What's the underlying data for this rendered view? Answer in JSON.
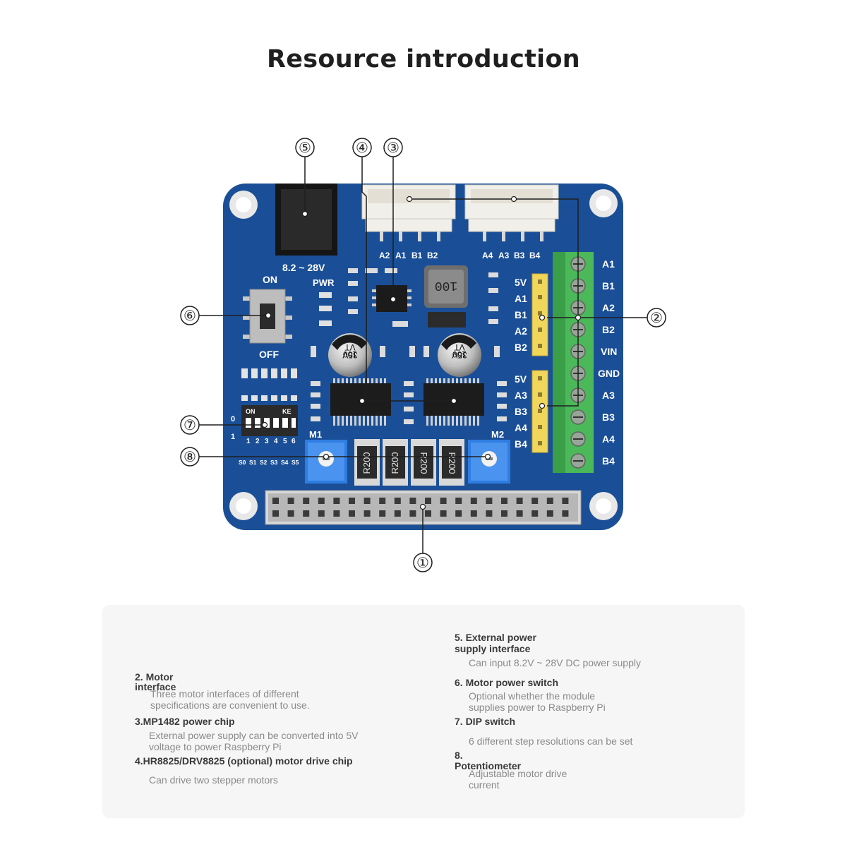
{
  "page": {
    "title": "Resource introduction"
  },
  "board": {
    "power_label": "8.2 ~ 28V",
    "pwr_label": "PWR",
    "switch_on": "ON",
    "switch_off": "OFF",
    "motor_label_1": "M1",
    "motor_label_2": "M2",
    "left_connector_pins": [
      "A2",
      "A1",
      "B1",
      "B2"
    ],
    "right_connector_pins": [
      "A4",
      "A3",
      "B3",
      "B4"
    ],
    "header1_pins": [
      "5V",
      "A1",
      "B1",
      "A2",
      "B2"
    ],
    "header2_pins": [
      "5V",
      "A3",
      "B3",
      "A4",
      "B4"
    ],
    "terminal_labels": [
      "A1",
      "B1",
      "A2",
      "B2",
      "VIN",
      "GND",
      "A3",
      "B3",
      "A4",
      "B4"
    ],
    "inductor_marking": "100",
    "capacitor_marking": [
      "100",
      "35V",
      "VT"
    ],
    "resistor_marking": "R200",
    "dip_on": "ON",
    "dip_ke": "KE",
    "dip_row_0": "0",
    "dip_row_1": "1",
    "dip_numbers": [
      "1",
      "2",
      "3",
      "4",
      "5",
      "6"
    ],
    "dip_labels": [
      "S0",
      "S1",
      "S2",
      "S3",
      "S4",
      "S5"
    ],
    "callouts": [
      "①",
      "②",
      "③",
      "④",
      "⑤",
      "⑥",
      "⑦",
      "⑧"
    ]
  },
  "info": {
    "motor_interface": {
      "title_line1": "2. Motor",
      "title_line2": "interface",
      "desc_line1": "Three motor interfaces of different",
      "desc_line2": "specifications are convenient to use."
    },
    "power_chip": {
      "title": "3.MP1482 power chip",
      "desc_line1": "External power supply can be converted into 5V",
      "desc_line2": "voltage to power Raspberry Pi"
    },
    "drive_chip": {
      "title": "4.HR8825/DRV8825 (optional) motor drive chip",
      "desc": "Can drive two stepper motors"
    },
    "external_power": {
      "title_line1": "5. External power",
      "title_line2": "supply interface",
      "desc": "Can input 8.2V ~ 28V DC power supply"
    },
    "power_switch": {
      "title": "6. Motor power switch",
      "desc_line1": "Optional whether the module",
      "desc_line2": "supplies power to Raspberry Pi"
    },
    "dip_switch": {
      "title": "7. DIP switch",
      "desc": "6 different step resolutions can be set"
    },
    "potentiometer": {
      "title_line1": "8.",
      "title_line2": "Potentiometer",
      "desc_line1": "Adjustable motor drive",
      "desc_line2": "current"
    }
  },
  "colors": {
    "pcb_blue": "#1a4f97",
    "terminal_green": "#4bb85a",
    "header_yellow": "#f0d65a",
    "potentiometer_blue": "#2f7de0"
  }
}
